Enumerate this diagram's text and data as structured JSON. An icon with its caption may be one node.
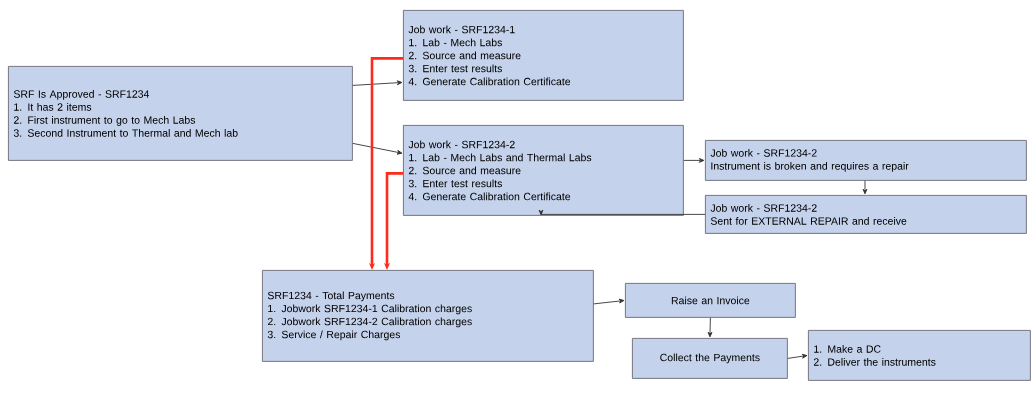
{
  "diagram": {
    "nodes": [
      {
        "text": [
          "SRF Is Approved - SRF1234",
          "1. It has 2 items",
          "2. First instrument to go to Mech Labs",
          "3. Second Instrument to Thermal and Mech lab"
        ]
      },
      {
        "text": [
          "Job work - SRF1234-1",
          "1. Lab - Mech Labs",
          "2. Source and measure",
          "3. Enter test results",
          "4. Generate Calibration Certificate"
        ]
      },
      {
        "text": [
          "Job work - SRF1234-2",
          "1. Lab - Mech Labs and Thermal Labs",
          "2. Source and measure",
          "3. Enter test results",
          "4. Generate Calibration Certificate"
        ]
      },
      {
        "text": [
          "Job work - SRF1234-2",
          "Instrument is broken and requires a repair"
        ]
      },
      {
        "text": [
          "Job work - SRF1234-2",
          "Sent for EXTERNAL REPAIR and receive"
        ]
      },
      {
        "text": [
          "SRF1234 - Total Payments",
          "1. Jobwork SRF1234-1 Calibration charges",
          "2. Jobwork SRF1234-2 Calibration charges",
          "3. Service / Repair Charges"
        ]
      },
      {
        "text": [
          "Raise an Invoice"
        ]
      },
      {
        "text": [
          "Collect the Payments"
        ]
      },
      {
        "text": [
          "1. Make a DC",
          "2. Deliver the instruments"
        ]
      }
    ],
    "edges": [
      {
        "from": 0,
        "to": 1,
        "arrow": "to"
      },
      {
        "from": 0,
        "to": 2,
        "arrow": "to"
      },
      {
        "from": 1,
        "to": 5,
        "arrow": "to",
        "style": "thick",
        "color": "#ff2a1a"
      },
      {
        "from": 2,
        "to": 5,
        "arrow": "to",
        "style": "thick",
        "color": "#ff2a1a"
      },
      {
        "from": 2,
        "to": 3,
        "arrow": "to"
      },
      {
        "from": 3,
        "to": 4,
        "arrow": "to"
      },
      {
        "from": 4,
        "to": 2,
        "arrow": "to"
      },
      {
        "from": 5,
        "to": 6,
        "arrow": "to"
      },
      {
        "from": 6,
        "to": 7,
        "arrow": "to"
      },
      {
        "from": 7,
        "to": 8,
        "arrow": "to"
      }
    ]
  }
}
